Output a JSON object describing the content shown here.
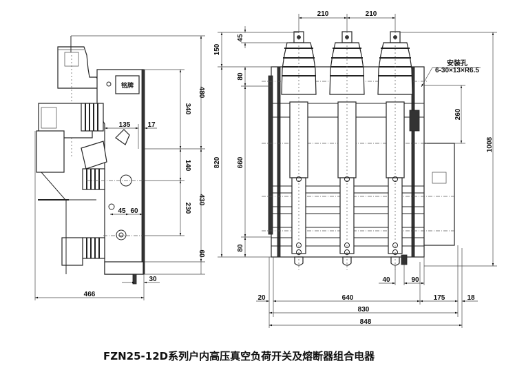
{
  "caption": "FZN25-12D系列户内高压真空负荷开关及熔断器组合电器",
  "side_view": {
    "nameplate_label": "铭牌",
    "dims": {
      "overall_height_upper": "480",
      "overall_height_lower": "430",
      "panel_upper": "340",
      "panel_mid": "140",
      "panel_lower": "230",
      "base": "60",
      "depth_135": "135",
      "panel_offset_17": "17",
      "hole_45": "45",
      "hole_60": "60",
      "bolt_30": "30",
      "total_depth": "466",
      "total_820": "820"
    }
  },
  "front_view": {
    "mounting_hole_label": "安装孔",
    "mounting_hole_spec": "6-30×13×R6.5",
    "dims": {
      "pole_pitch_1": "210",
      "pole_pitch_2": "210",
      "terminal_45": "45",
      "top_150": "150",
      "top_80": "80",
      "mid_660": "660",
      "bottom_80": "80",
      "right_260": "260",
      "total_1008": "1008",
      "left_20": "20",
      "width_640": "640",
      "right_175": "175",
      "right_18": "18",
      "width_830": "830",
      "width_848": "848",
      "offset_40": "40",
      "offset_90": "90"
    }
  }
}
